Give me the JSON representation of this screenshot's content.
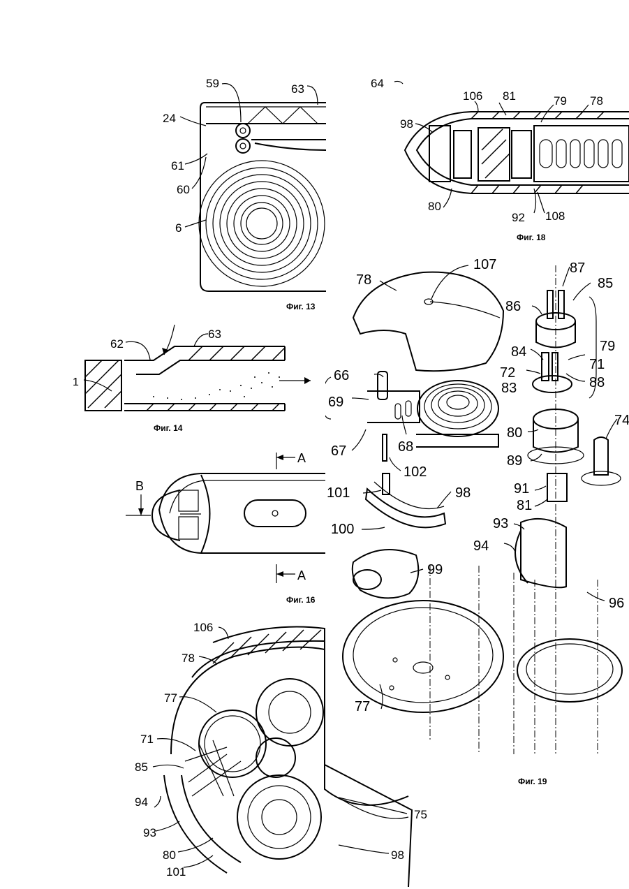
{
  "captions": {
    "fig13": "Фиг. 13",
    "fig14": "Фиг. 14",
    "fig16": "Фиг. 16",
    "fig18": "Фиг. 18",
    "fig19": "Фиг. 19"
  },
  "fig13": {
    "labels": [
      "59",
      "63",
      "24",
      "61",
      "60",
      "6"
    ]
  },
  "fig14": {
    "labels": [
      "62",
      "63",
      "1"
    ]
  },
  "fig16": {
    "labels": [
      "A",
      "B",
      "A"
    ]
  },
  "fig17": {
    "labels": [
      "106",
      "78",
      "77",
      "71",
      "85",
      "94",
      "93",
      "80",
      "101",
      "75",
      "98"
    ]
  },
  "fig18": {
    "labels": [
      "64",
      "106",
      "81",
      "79",
      "78",
      "98",
      "80",
      "92",
      "108"
    ]
  },
  "fig19": {
    "labels": [
      "78",
      "107",
      "87",
      "85",
      "86",
      "79",
      "84",
      "71",
      "72",
      "88",
      "83",
      "66",
      "69",
      "67",
      "68",
      "80",
      "89",
      "74",
      "102",
      "101",
      "98",
      "91",
      "81",
      "100",
      "93",
      "94",
      "99",
      "96",
      "77"
    ]
  }
}
